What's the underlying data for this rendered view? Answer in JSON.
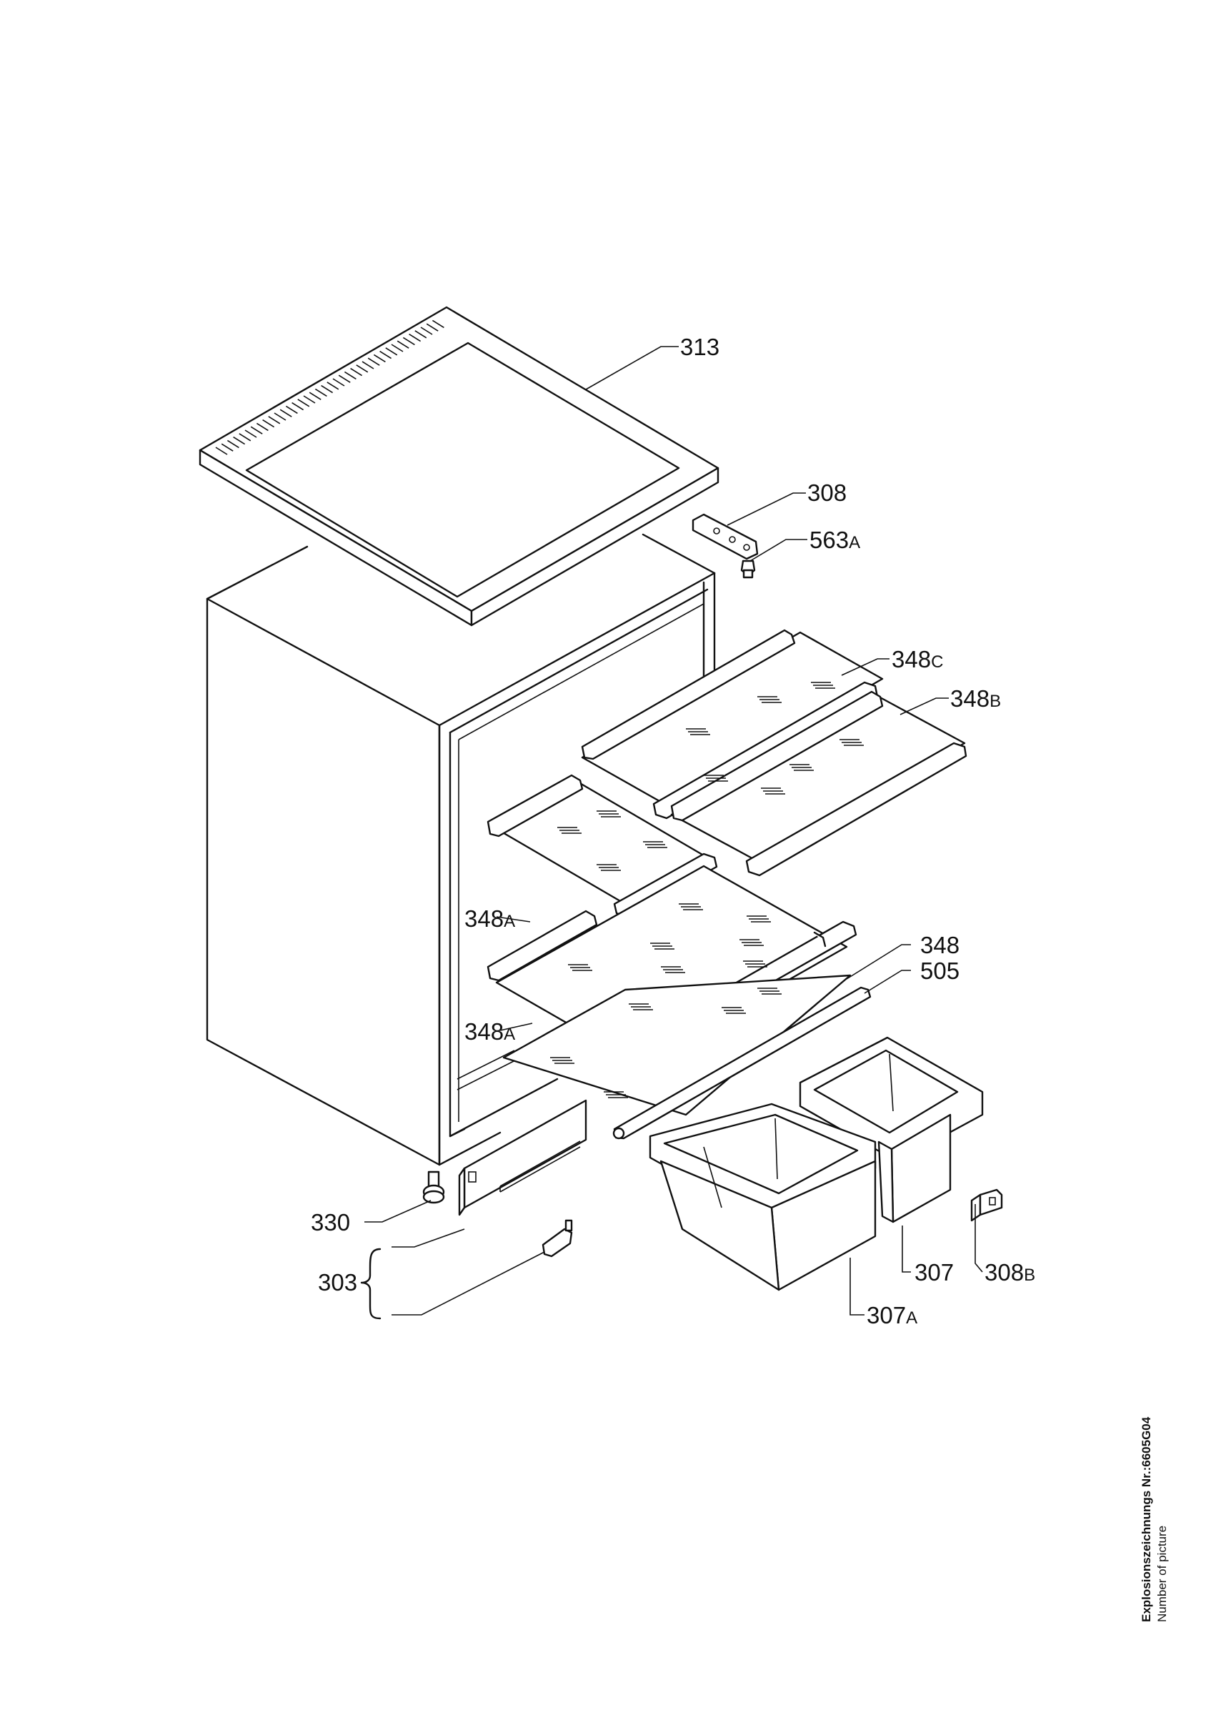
{
  "parts": [
    {
      "id": "p313",
      "number": "313",
      "suffix": ""
    },
    {
      "id": "p308",
      "number": "308",
      "suffix": ""
    },
    {
      "id": "p563A",
      "number": "563",
      "suffix": "A"
    },
    {
      "id": "p348C",
      "number": "348",
      "suffix": "C"
    },
    {
      "id": "p348B",
      "number": "348",
      "suffix": "B"
    },
    {
      "id": "p348A1",
      "number": "348",
      "suffix": "A"
    },
    {
      "id": "p348",
      "number": "348",
      "suffix": ""
    },
    {
      "id": "p505",
      "number": "505",
      "suffix": ""
    },
    {
      "id": "p348A2",
      "number": "348",
      "suffix": "A"
    },
    {
      "id": "p330",
      "number": "330",
      "suffix": ""
    },
    {
      "id": "p303",
      "number": "303",
      "suffix": ""
    },
    {
      "id": "p308B",
      "number": "308",
      "suffix": "B"
    },
    {
      "id": "p307",
      "number": "307",
      "suffix": ""
    },
    {
      "id": "p307A",
      "number": "307",
      "suffix": "A"
    }
  ],
  "footer": {
    "title": "Explosionszeichnungs Nr.:6605G04",
    "subtitle": "Number of picture"
  }
}
